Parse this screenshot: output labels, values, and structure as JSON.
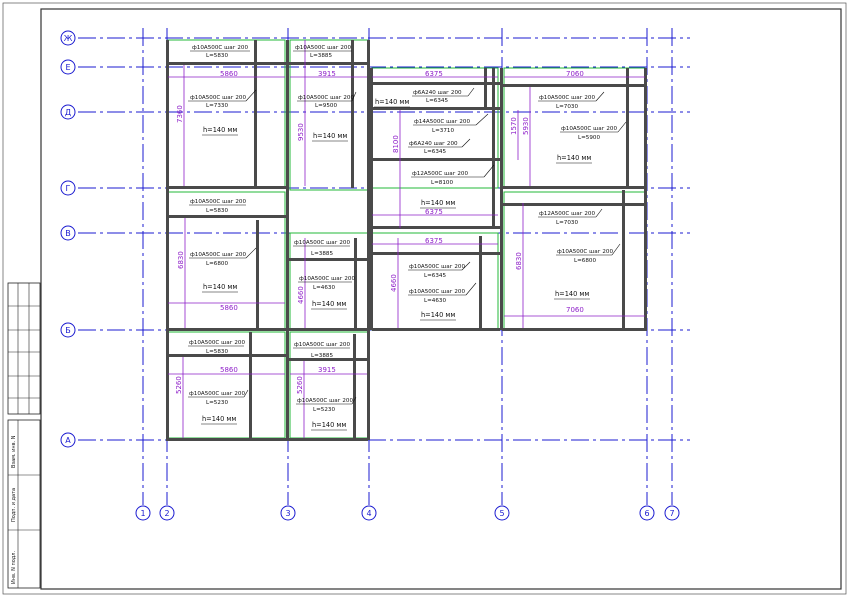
{
  "axes": {
    "letters": [
      "Ж",
      "Е",
      "Д",
      "Г",
      "В",
      "Б",
      "А"
    ],
    "numbers": [
      "1",
      "2",
      "3",
      "4",
      "5",
      "6",
      "7"
    ]
  },
  "dims": {
    "d5860": "5860",
    "d3915": "3915",
    "d6375": "6375",
    "d7060": "7060",
    "d7360": "7360",
    "d9530": "9530",
    "d8100": "8100",
    "d1570": "1570",
    "d5930": "5930",
    "d6830": "6830",
    "d4660": "4660",
    "d5260": "5260"
  },
  "rebar": {
    "r10_200": "ф10А500С шаг 200",
    "r6_240": "ф6А240 шаг 200",
    "r14_200": "ф14А500С шаг 200",
    "r12_200": "ф12А500С шаг 200"
  },
  "lengths": {
    "L5830": "L=5830",
    "L3885": "L=3885",
    "L7330": "L=7330",
    "L9500": "L=9500",
    "L6345": "L=6345",
    "L3710": "L=3710",
    "L8100": "L=8100",
    "L7030": "L=7030",
    "L5900": "L=5900",
    "L6800": "L=6800",
    "L4630": "L=4630",
    "L5230": "L=5230"
  },
  "slab_h": "h=140 мм",
  "stamp": {
    "vzam": "Взам. инв. N",
    "podp": "Подп. и дата",
    "inv": "Инв. N подл."
  }
}
